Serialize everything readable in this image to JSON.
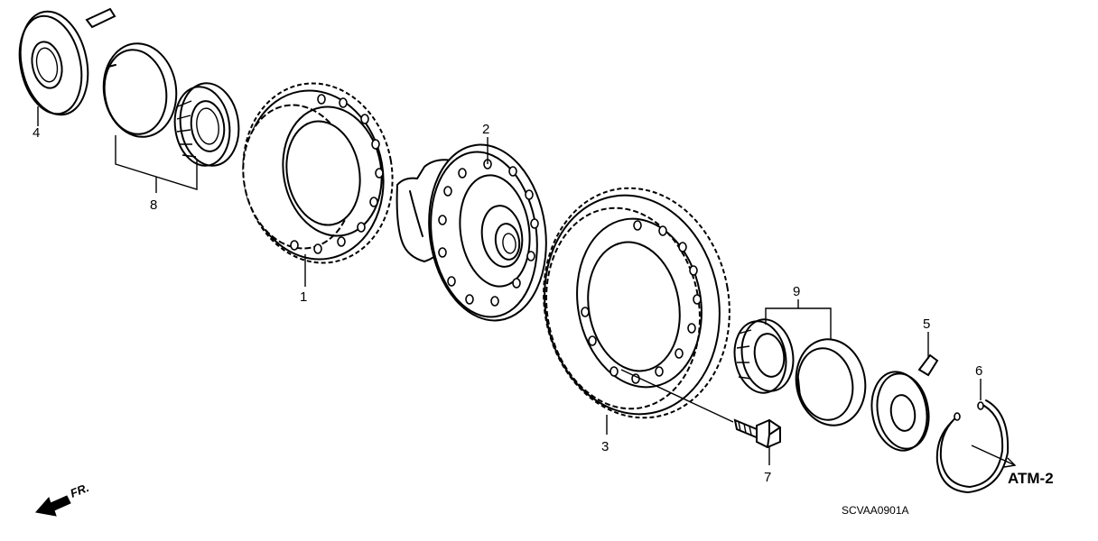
{
  "parts": [
    {
      "id": "1",
      "label": "1"
    },
    {
      "id": "2",
      "label": "2"
    },
    {
      "id": "3",
      "label": "3"
    },
    {
      "id": "4",
      "label": "4"
    },
    {
      "id": "5",
      "label": "5"
    },
    {
      "id": "6",
      "label": "6"
    },
    {
      "id": "7",
      "label": "7"
    },
    {
      "id": "8",
      "label": "8"
    },
    {
      "id": "9",
      "label": "9"
    }
  ],
  "reference_tag": "ATM-2",
  "front_indicator": "FR.",
  "drawing_code": "SCVAA0901A",
  "icons": {
    "front_arrow": "arrow-left-icon",
    "reference_arrow": "arrow-right-icon"
  }
}
